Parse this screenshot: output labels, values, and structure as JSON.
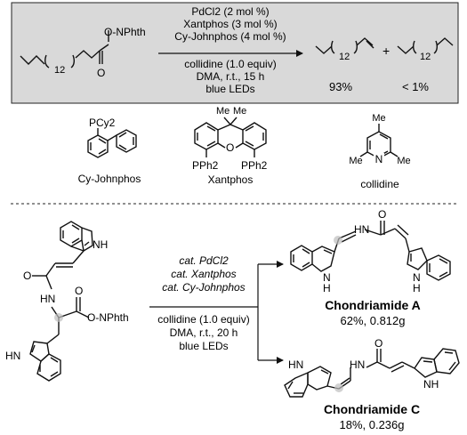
{
  "top_reaction": {
    "substrate_group": "O-NPhth",
    "substrate_n": "12",
    "conditions_above": [
      "PdCl2 (2 mol %)",
      "Xantphos (3 mol %)",
      "Cy-Johnphos (4 mol %)"
    ],
    "conditions_below": [
      "collidine (1.0 equiv)",
      "DMA, r.t., 15 h",
      "blue LEDs"
    ],
    "product_alkene_n": "12",
    "product_alkane_n": "12",
    "plus": "+",
    "yield_alkene": "93%",
    "yield_alkane": "< 1%"
  },
  "ligands": {
    "cyjohnphos_group": "PCy2",
    "cyjohnphos_name": "Cy-Johnphos",
    "xantphos_me1": "Me",
    "xantphos_me2": "Me",
    "xantphos_o": "O",
    "xantphos_p_left": "PPh2",
    "xantphos_p_right": "PPh2",
    "xantphos_name": "Xantphos",
    "collidine_me_top": "Me",
    "collidine_me_left": "Me",
    "collidine_me_right": "Me",
    "collidine_n": "N",
    "collidine_name": "collidine"
  },
  "bottom_reaction": {
    "substrate_nh_top": "NH",
    "substrate_amide_o": "O",
    "substrate_hn": "HN",
    "substrate_ester_o": "O",
    "substrate_o_nphth": "O-NPhth",
    "substrate_hn_bottom": "HN",
    "conditions_above": [
      "cat. PdCl2",
      "cat. Xantphos",
      "cat. Cy-Johnphos"
    ],
    "conditions_below": [
      "collidine (1.0 equiv)",
      "DMA, r.t., 20 h",
      "blue LEDs"
    ],
    "product_a": {
      "hn": "HN",
      "o": "O",
      "nh_left": "N",
      "nh_left_h": "H",
      "nh_right": "N",
      "nh_right_h": "H",
      "name": "Chondriamide A",
      "yield": "62%, 0.812g"
    },
    "product_c": {
      "hn_left": "HN",
      "hn_mid": "HN",
      "o": "O",
      "nh_right": "NH",
      "name": "Chondriamide C",
      "yield": "18%, 0.236g"
    }
  }
}
